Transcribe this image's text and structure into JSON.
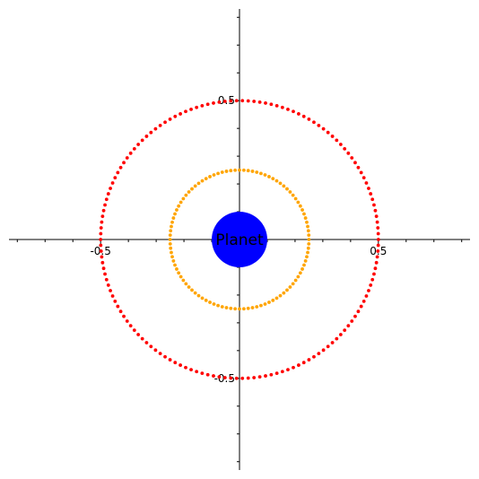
{
  "chart_data": {
    "type": "scatter",
    "title": "",
    "xlabel": "",
    "ylabel": "",
    "xlim": [
      -0.83,
      0.83
    ],
    "ylim": [
      -0.83,
      0.83
    ],
    "grid": false,
    "x_ticks": [
      {
        "value": -0.5,
        "label": "-0.5"
      },
      {
        "value": 0.5,
        "label": "0.5"
      }
    ],
    "y_ticks": [
      {
        "value": 0.5,
        "label": "0.5"
      },
      {
        "value": -0.5,
        "label": "-0.5"
      }
    ],
    "minor_tick_step": 0.1,
    "planet": {
      "label": "Planet",
      "center": [
        0,
        0
      ],
      "radius": 0.1,
      "color": "#0000ff"
    },
    "orbits": [
      {
        "radius": 0.25,
        "color": "#ffa500",
        "point_count": 100
      },
      {
        "radius": 0.5,
        "color": "#ff0000",
        "point_count": 150
      }
    ]
  }
}
